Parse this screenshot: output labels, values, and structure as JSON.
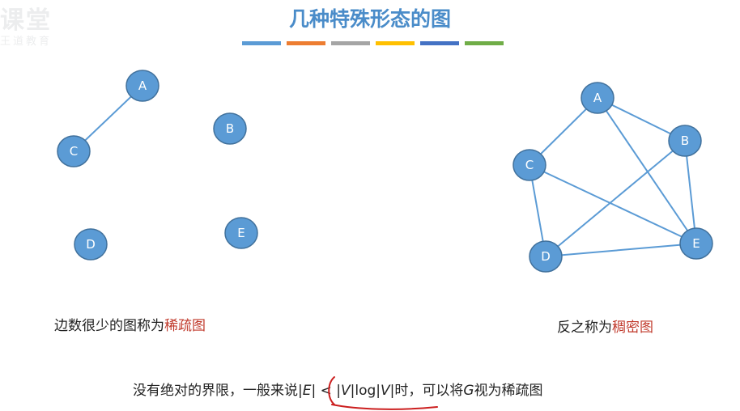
{
  "watermark": {
    "line1": "课堂",
    "line2": "王道教育"
  },
  "title": "几种特殊形态的图",
  "color_bar": [
    "#5b9bd5",
    "#ed7d31",
    "#a5a5a5",
    "#ffc000",
    "#4472c4",
    "#70ad47"
  ],
  "node_color": "#5b9bd5",
  "edge_color": "#5b9bd5",
  "sparse_graph": {
    "nodes": [
      "A",
      "B",
      "C",
      "D",
      "E"
    ],
    "edges": [
      [
        "A",
        "C"
      ]
    ]
  },
  "dense_graph": {
    "nodes": [
      "A",
      "B",
      "C",
      "D",
      "E"
    ],
    "edges": [
      [
        "A",
        "B"
      ],
      [
        "A",
        "C"
      ],
      [
        "A",
        "E"
      ],
      [
        "B",
        "D"
      ],
      [
        "B",
        "E"
      ],
      [
        "C",
        "D"
      ],
      [
        "C",
        "E"
      ],
      [
        "D",
        "E"
      ]
    ]
  },
  "captions": {
    "sparse_prefix": "边数很少的图称为",
    "sparse_highlight": "稀疏图",
    "dense_prefix": "反之称为",
    "dense_highlight": "稠密图"
  },
  "footer": {
    "prefix": "没有绝对的界限，一般来说",
    "formula_E": "|E|",
    "formula_lt": " < ",
    "formula_V1": "|V|",
    "formula_log": "log",
    "formula_V2": "|V|",
    "suffix_a": "时，可以将",
    "suffix_G": "G",
    "suffix_b": "视为稀疏图"
  },
  "annotation_color": "#cc1f1f"
}
